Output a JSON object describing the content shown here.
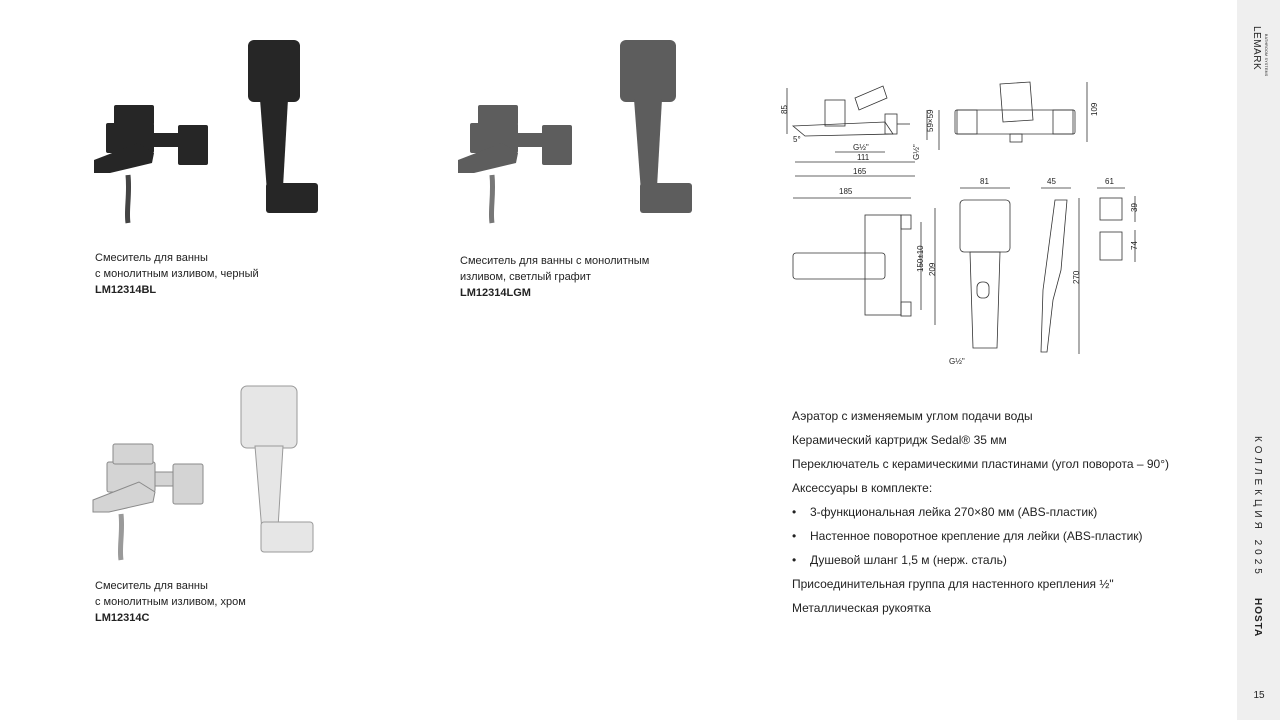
{
  "products": [
    {
      "caption_lines": [
        "Смеситель для ванны",
        "с монолитным изливом, черный"
      ],
      "code": "LM12314BL",
      "finish_color": "#262626"
    },
    {
      "caption_lines": [
        "Смеситель для ванны с монолитным",
        "изливом, светлый графит"
      ],
      "code": "LM12314LGM",
      "finish_color": "#5d5d5d"
    },
    {
      "caption_lines": [
        "Смеситель для ванны",
        "с монолитным изливом, хром"
      ],
      "code": "LM12314C",
      "finish_color": "#cfcfcf"
    }
  ],
  "drawing": {
    "dimensions": {
      "d85": "85",
      "d59": "59×59",
      "d109": "109",
      "g12a": "G½\"",
      "g12b": "G½\"",
      "d111": "111",
      "d165": "165",
      "angle": "5°",
      "d185": "185",
      "d150": "150±10",
      "d209": "209",
      "g12c": "G½\"",
      "d81": "81",
      "d45": "45",
      "d270": "270",
      "d61": "61",
      "d39": "39",
      "d74": "74"
    }
  },
  "specs": {
    "items": [
      {
        "text": "Аэратор с изменяемым углом подачи воды",
        "bullet": false
      },
      {
        "text": "Керамический картридж Sedal® 35 мм",
        "bullet": false
      },
      {
        "text": "Переключатель с керамическими пластинами (угол поворота – 90°)",
        "bullet": false
      },
      {
        "text": "Аксессуары в комплекте:",
        "bullet": false
      },
      {
        "text": "3-функциональная лейка 270×80 мм (ABS-пластик)",
        "bullet": true
      },
      {
        "text": "Настенное поворотное крепление для лейки (ABS-пластик)",
        "bullet": true
      },
      {
        "text": "Душевой шланг 1,5 м (нерж. сталь)",
        "bullet": true
      },
      {
        "text": "Присоединительная группа для настенного крепления ½\"",
        "bullet": false
      },
      {
        "text": "Металлическая рукоятка",
        "bullet": false
      }
    ]
  },
  "sidebar": {
    "brand": "LEMARK",
    "brand_tagline": "BATHROOM SYSTEMS",
    "collection": "КОЛЛЕКЦИЯ 2025",
    "series": "HOSTA",
    "page_number": "15"
  }
}
